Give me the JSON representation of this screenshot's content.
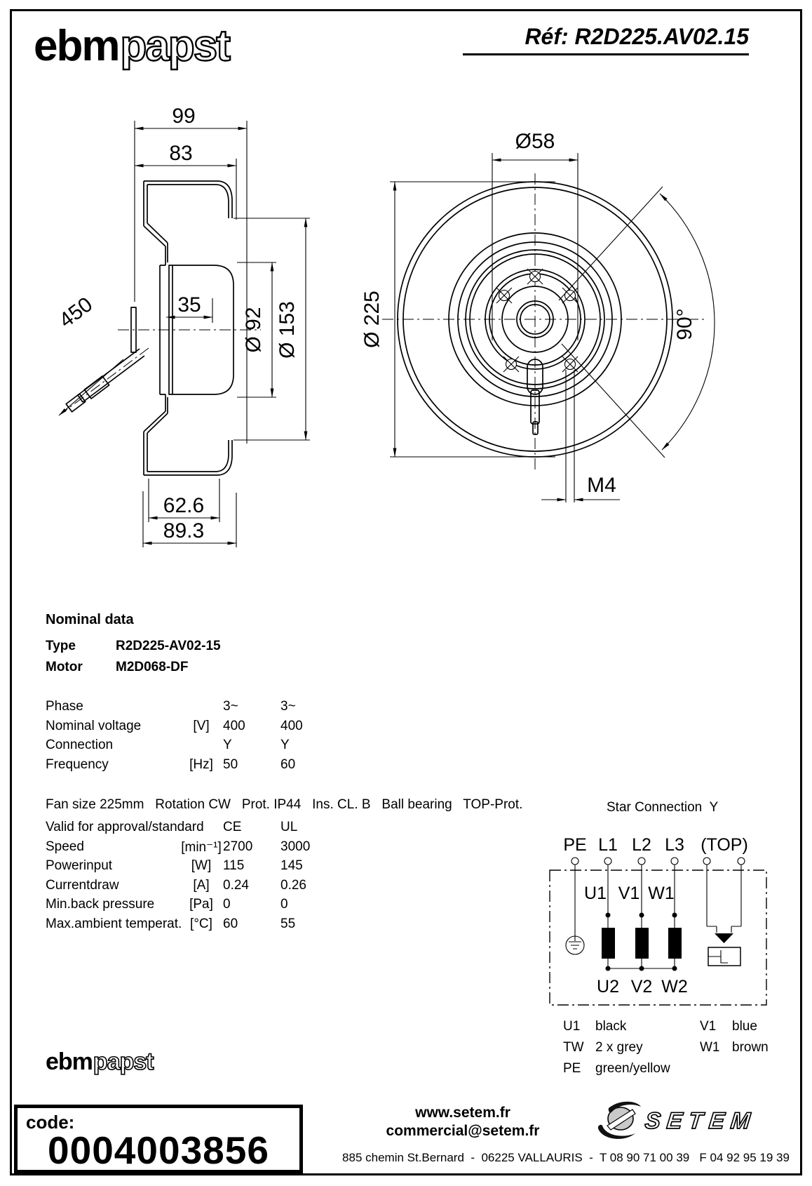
{
  "header": {
    "logo_bold": "ebm",
    "logo_light": "papst",
    "ref": "Réf: R2D225.AV02.15"
  },
  "side_view": {
    "d99": "99",
    "d83": "83",
    "d35": "35",
    "d450": "450",
    "d92": "Ø 92",
    "d153": "Ø 153",
    "d626": "62.6",
    "d893": "89.3"
  },
  "front_view": {
    "d58": "Ø58",
    "d225": "Ø 225",
    "d90": "90°",
    "m4": "M4"
  },
  "nominal": {
    "title": "Nominal data",
    "type_label": "Type",
    "type_value": "R2D225-AV02-15",
    "motor_label": "Motor",
    "motor_value": "M2D068-DF",
    "rows": [
      {
        "label": "Phase",
        "unit": "",
        "v50": "3~",
        "v60": "3~"
      },
      {
        "label": "Nominal voltage",
        "unit": "[V]",
        "v50": "400",
        "v60": "400"
      },
      {
        "label": "Connection",
        "unit": "",
        "v50": "Y",
        "v60": "Y"
      },
      {
        "label": "Frequency",
        "unit": "[Hz]",
        "v50": "50",
        "v60": "60"
      },
      {
        "label": "Valid for approval/standard",
        "unit": "",
        "v50": "CE",
        "v60": "UL"
      },
      {
        "label": "Speed",
        "unit": "[min⁻¹]",
        "v50": "2700",
        "v60": "3000"
      },
      {
        "label": "Powerinput",
        "unit": "[W]",
        "v50": "115",
        "v60": "145"
      },
      {
        "label": "Currentdraw",
        "unit": "[A]",
        "v50": "0.24",
        "v60": "0.26"
      },
      {
        "label": "Min.back pressure",
        "unit": "[Pa]",
        "v50": "0",
        "v60": "0"
      },
      {
        "label": "Max.ambient temperat.",
        "unit": "[°C]",
        "v50": "60",
        "v60": "55"
      }
    ],
    "fan_line": "Fan size 225mm   Rotation CW   Prot. IP44   Ins. CL. B   Ball bearing   TOP-Prot."
  },
  "wiring": {
    "title": "Star Connection  Y",
    "terminals": [
      "PE",
      "L1",
      "L2",
      "L3",
      "(TOP)"
    ],
    "coil_top": [
      "U1",
      "V1",
      "W1"
    ],
    "coil_bottom": [
      "U2",
      "V2",
      "W2"
    ],
    "legend_left": [
      {
        "k": "U1",
        "v": "black"
      },
      {
        "k": "TW",
        "v": "2 x grey"
      },
      {
        "k": "PE",
        "v": "green/yellow"
      }
    ],
    "legend_right": [
      {
        "k": "V1",
        "v": "blue"
      },
      {
        "k": "W1",
        "v": "brown"
      }
    ]
  },
  "footer": {
    "logo_bold": "ebm",
    "logo_light": "papst",
    "code_label": "code:",
    "code_value": "0004003856",
    "website": "www.setem.fr",
    "email": "commercial@setem.fr",
    "address": "885 chemin St.Bernard  -  06225 VALLAURIS  -  T 08 90 71 00 39   F 04 92 95 19 39",
    "brand": "SETEM"
  }
}
